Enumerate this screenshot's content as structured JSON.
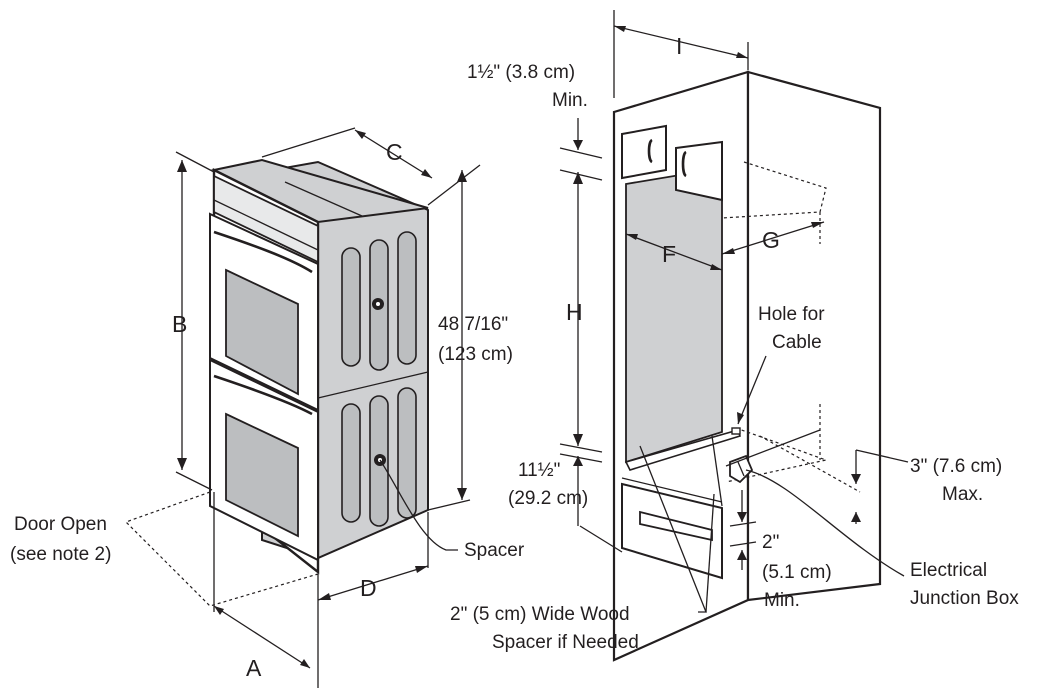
{
  "labels": {
    "oven": {
      "dim_a": "A",
      "dim_b": "B",
      "dim_c": "C",
      "dim_d": "D",
      "height_value": "48 7/16\"",
      "height_metric": "(123 cm)",
      "door_open_1": "Door Open",
      "door_open_2": "(see note 2)",
      "spacer": "Spacer"
    },
    "cabinet": {
      "dim_f": "F",
      "dim_g": "G",
      "dim_h": "H",
      "dim_i": "I",
      "top_min_1": "1½\" (3.8 cm)",
      "top_min_2": "Min.",
      "bottom_1": "11½\"",
      "bottom_2": "(29.2 cm)",
      "hole_1": "Hole for",
      "hole_2": "Cable",
      "max_1": "3\" (7.6 cm)",
      "max_2": "Max.",
      "two_in_1": "2\"",
      "two_in_2": "(5.1 cm)",
      "two_in_3": "Min.",
      "junction_1": "Electrical",
      "junction_2": "Junction Box",
      "wood_1": "2\" (5 cm) Wide Wood",
      "wood_2": "Spacer if Needed"
    }
  },
  "colors": {
    "line": "#231f20",
    "body_gray": "#cfd0d2",
    "panel_gray": "#bcbec0"
  }
}
